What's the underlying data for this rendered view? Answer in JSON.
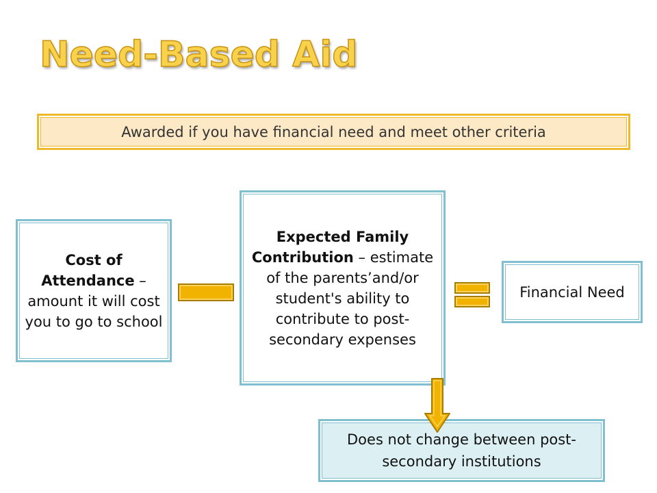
{
  "title": "Need-Based Aid",
  "banner": "Awarded if you have financial need and meet other criteria",
  "cost": {
    "term": "Cost of Attendance",
    "definition": " – amount it will cost you to go to school"
  },
  "efc": {
    "term": "Expected Family Contribution",
    "definition": " – estimate of the parents’and/or student's ability to contribute to post-secondary expenses"
  },
  "result": "Financial Need",
  "note": "Does not change between post-secondary institutions",
  "colors": {
    "accent_gold": "#f2b200",
    "box_border": "#7fbfcf",
    "banner_fill": "#fde9c5",
    "note_fill": "#dcf0f4"
  }
}
